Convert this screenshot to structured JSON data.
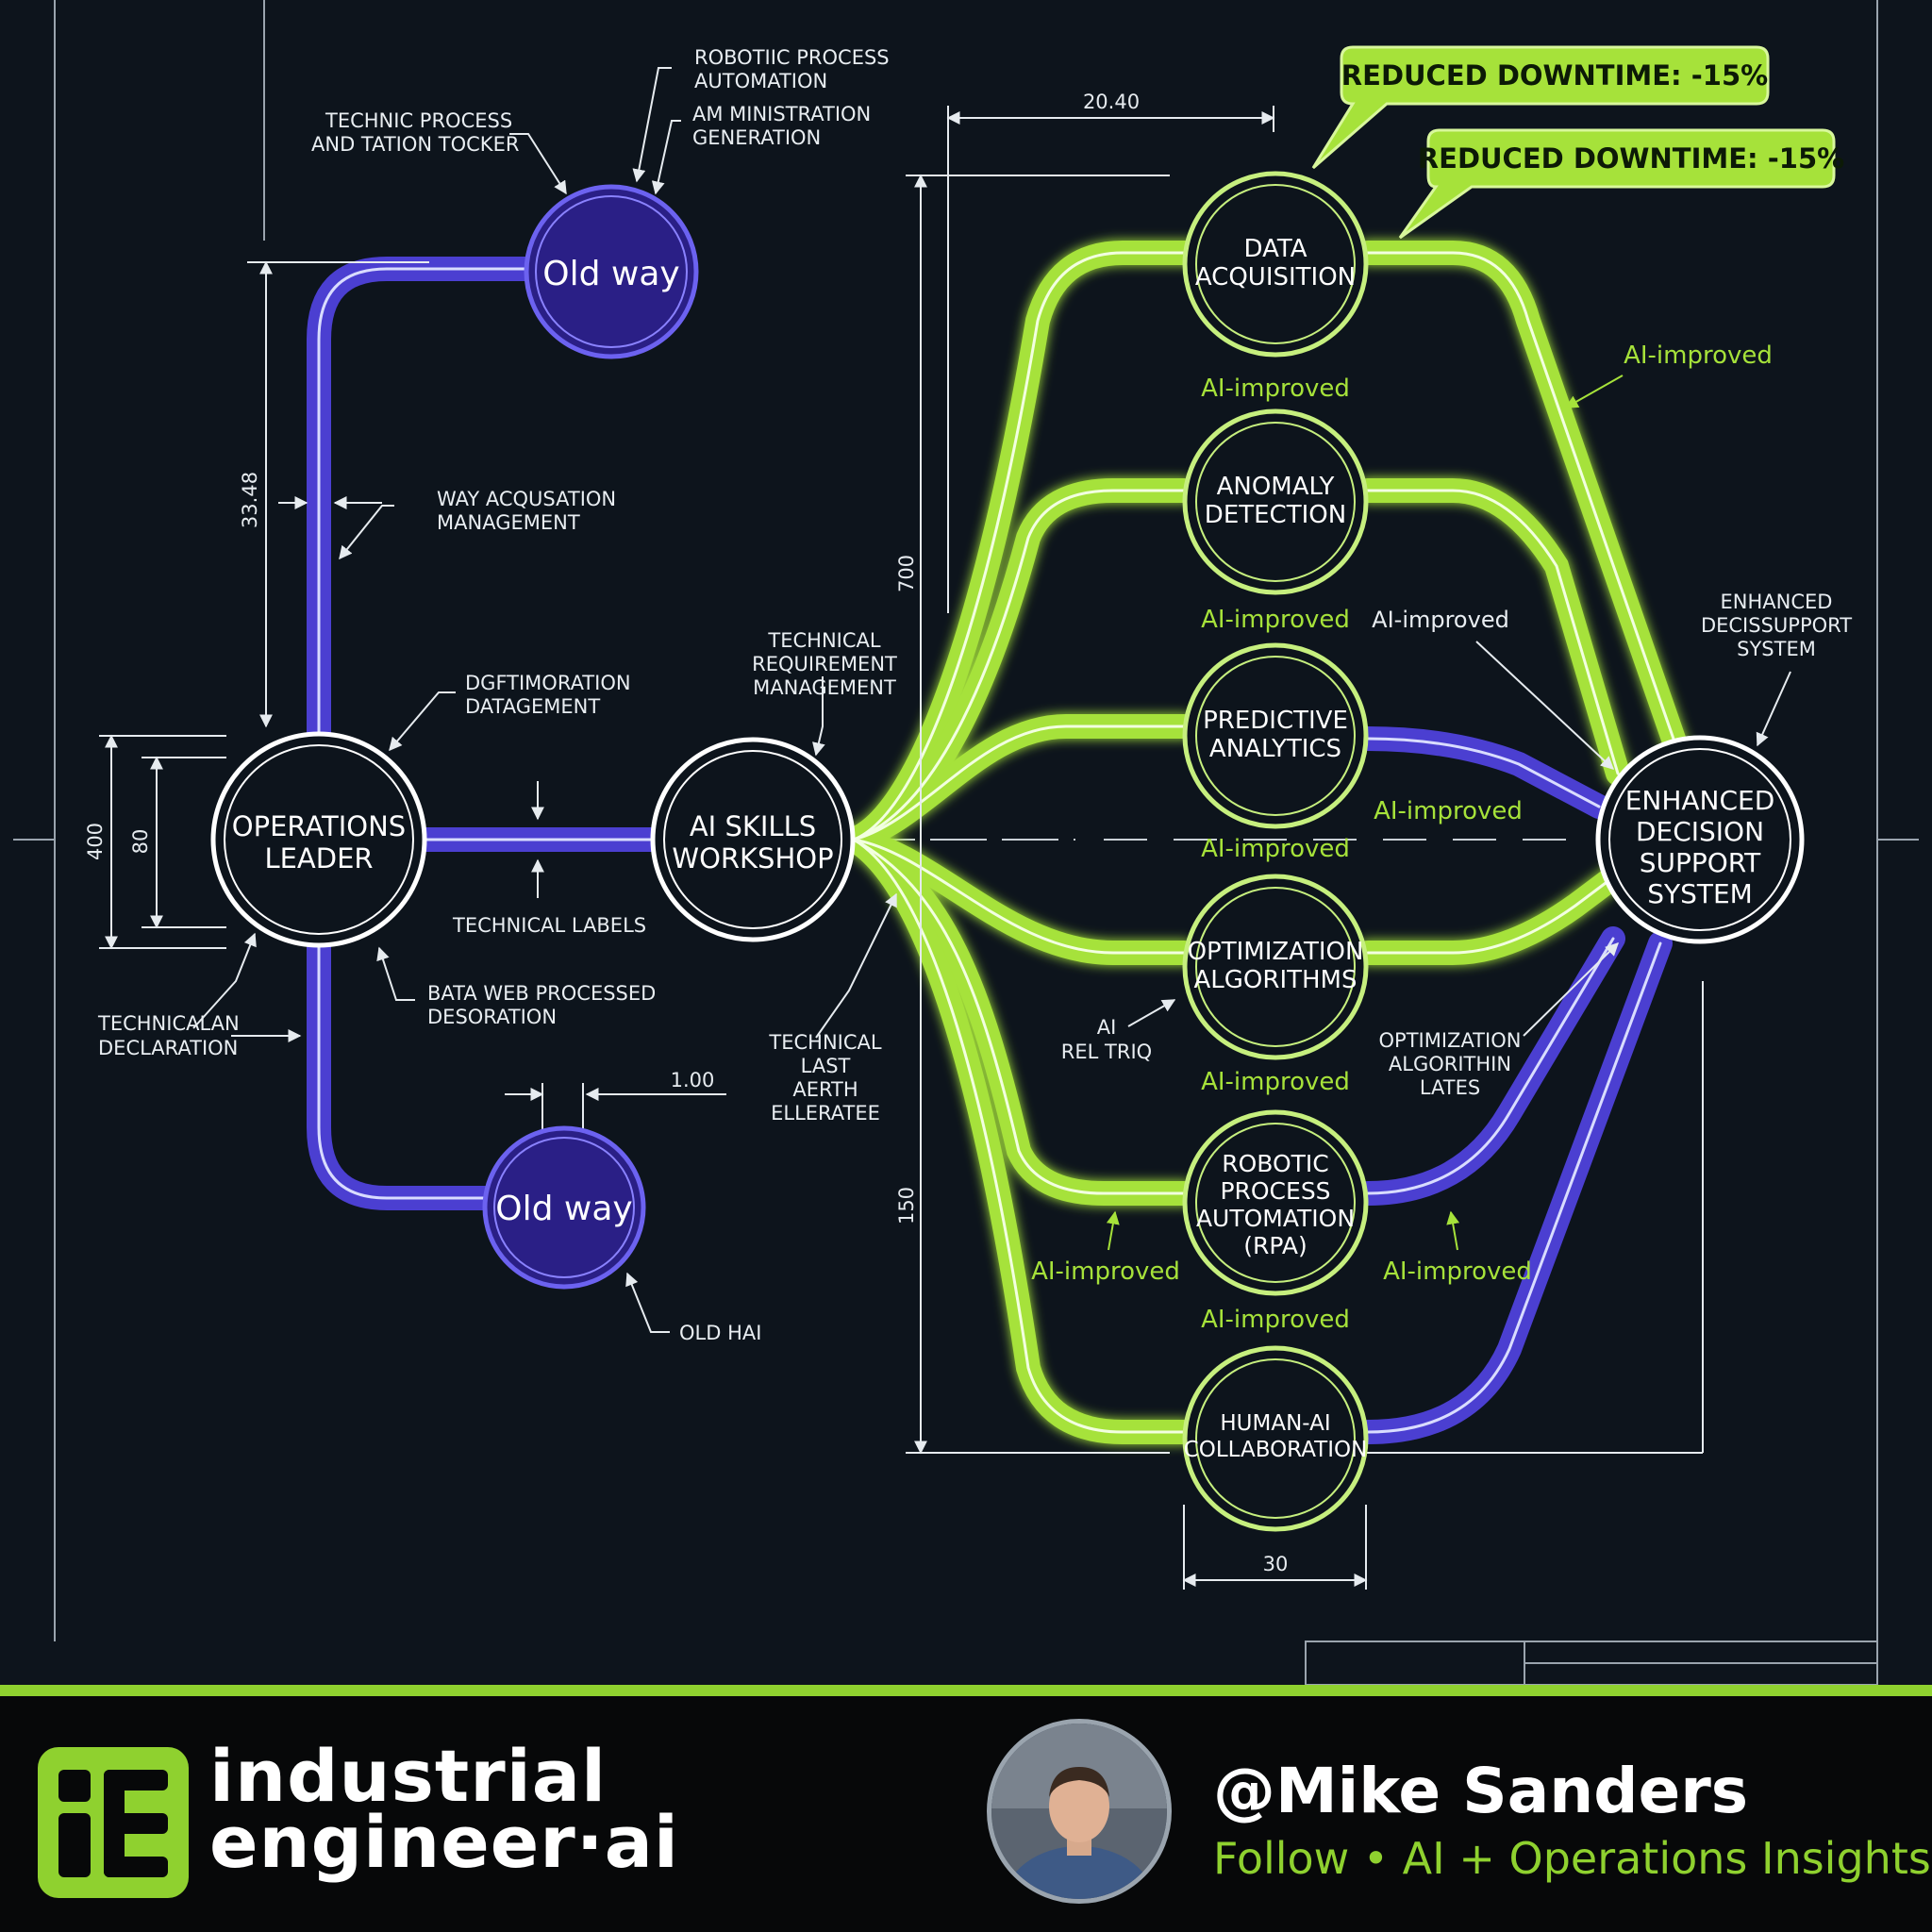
{
  "nodes": {
    "operations_leader": [
      "OPERATIONS",
      "LEADER"
    ],
    "ai_skills_workshop": [
      "AI SKILLS",
      "WORKSHOP"
    ],
    "old_way_top": "Old way",
    "old_way_bottom": "Old way",
    "data_acquisition": [
      "DATA",
      "ACQUISITION"
    ],
    "anomaly_detection": [
      "ANOMALY",
      "DETECTION"
    ],
    "predictive_analytics": [
      "PREDICTIVE",
      "ANALYTICS"
    ],
    "optimization_algorithms": [
      "OPTIMIZATION",
      "ALGORITHMS"
    ],
    "rpa": [
      "ROBOTIC",
      "PROCESS",
      "AUTOMATION",
      "(RPA)"
    ],
    "human_ai": [
      "HUMAN-AI",
      "COLLABORATION"
    ],
    "enhanced_decision": [
      "ENHANCED",
      "DECISION",
      "SUPPORT",
      "SYSTEM"
    ]
  },
  "callouts": {
    "bubble_1": "REDUCED DOWNTIME: -15%",
    "bubble_2": "REDUCED DOWNTIME: -15%"
  },
  "labels": {
    "technic_process": [
      "TECHNIC PROCESS",
      "AND TATION TOCKER"
    ],
    "robotic_process_automation": [
      "ROBOTIIC PROCESS",
      "AUTOMATION"
    ],
    "am_ministration": [
      "AM MINISTRATION",
      "GENERATION"
    ],
    "way_acquisation": [
      "WAY ACQUSATION",
      "MANAGEMENT"
    ],
    "dgftimoration": [
      "DGFTIMORATION",
      "DATAGEMENT"
    ],
    "technical_requirement": [
      "TECHNICAL",
      "REQUIREMENT",
      "MANAGEMENT"
    ],
    "technical_labels": "TECHNICAL LABELS",
    "bata_web": [
      "BATA WEB PROCESSED",
      "DESORATION"
    ],
    "technicalan_declaration": [
      "TECHNICALAN",
      "DECLARATION"
    ],
    "technical_last": [
      "TECHNICAL",
      "LAST",
      "AERTH",
      "ELLERATEE"
    ],
    "old_hai": "OLD HAI",
    "ai_reltrio": [
      "AI",
      "REL TRIQ"
    ],
    "optimization_algorithin": [
      "OPTIMIZATION",
      "ALGORITHIN",
      "LATES"
    ],
    "enhanced_decissupport": [
      "ENHANCED",
      "DECISSUPPORT",
      "SYSTEM"
    ]
  },
  "ai_improved_text": "AI-improved",
  "dimensions": {
    "d_2040": "20.40",
    "d_3348": "33.48",
    "d_700": "700",
    "d_400": "400",
    "d_80": "80",
    "d_100": "1.00",
    "d_150": "150",
    "d_30": "30"
  },
  "footer": {
    "brand_line_1": "industrial",
    "brand_line_2": "engineer·ai",
    "handle": "@Mike Sanders",
    "tagline": "Follow • AI + Operations Insights"
  },
  "colors": {
    "background": "#0d141c",
    "accent_green": "#a6e23a",
    "accent_blue": "#4b3fd1",
    "old_way_fill": "#2a1f86"
  }
}
